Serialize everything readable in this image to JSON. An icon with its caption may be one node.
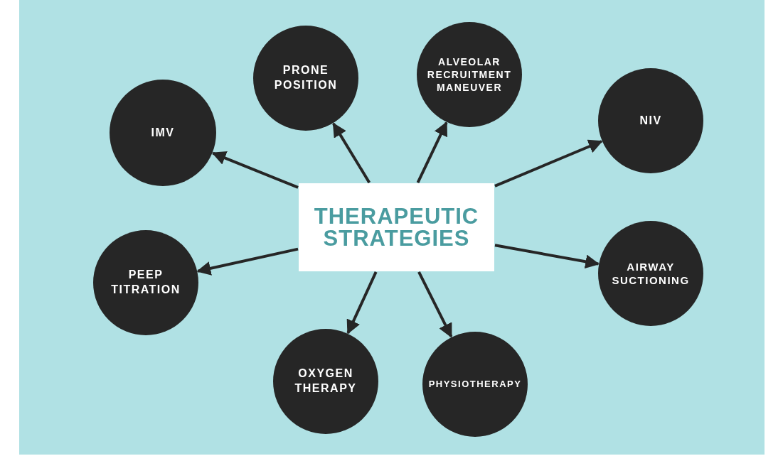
{
  "diagram": {
    "nodes": [
      {
        "text": [
          "PRONE POSITION"
        ]
      },
      {
        "text": [
          "ALVEOLAR RECRUITMENT MANEUVER"
        ]
      },
      {
        "text": [
          "IMV"
        ]
      },
      {
        "text": [
          "NIV"
        ]
      },
      {
        "text": [
          "THERAPEUTIC STRATEGIES"
        ]
      },
      {
        "text": [
          "PEEP TITRATION"
        ]
      },
      {
        "text": [
          "AIRWAY SUCTIONING"
        ]
      },
      {
        "text": [
          "OXYGEN THERAPY"
        ]
      },
      {
        "text": [
          "PHYSIOTHERAPY"
        ]
      }
    ],
    "edges": [
      {
        "from": 4,
        "to": 2,
        "arrow": "to"
      },
      {
        "from": 4,
        "to": 0,
        "arrow": "to"
      },
      {
        "from": 4,
        "to": 1,
        "arrow": "to"
      },
      {
        "from": 4,
        "to": 3,
        "arrow": "to"
      },
      {
        "from": 4,
        "to": 5,
        "arrow": "to"
      },
      {
        "from": 4,
        "to": 6,
        "arrow": "to"
      },
      {
        "from": 4,
        "to": 7,
        "arrow": "to"
      },
      {
        "from": 4,
        "to": 8,
        "arrow": "to"
      }
    ]
  }
}
